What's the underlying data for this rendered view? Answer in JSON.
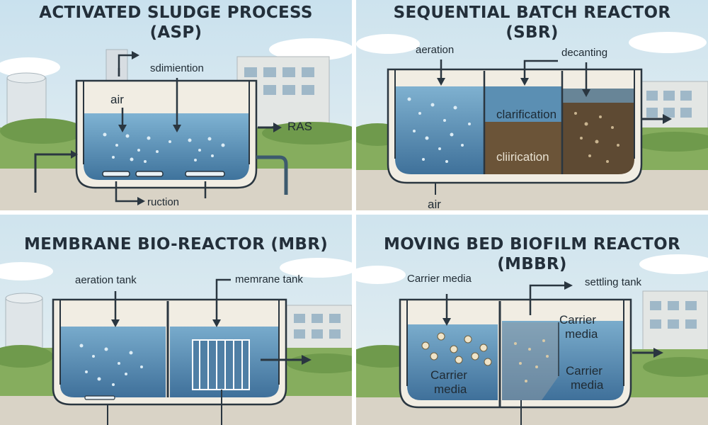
{
  "panels": {
    "asp": {
      "title_line1": "ACTIVATED SLUDGE PROCESS",
      "title_line2": "(ASP)",
      "labels": {
        "sediment": "sdimiention",
        "air": "air",
        "ras": "RAS",
        "return": "ruction"
      }
    },
    "sbr": {
      "title_line1": "SEQUENTIAL BATCH REACTOR",
      "title_line2": "(SBR)",
      "labels": {
        "aeration": "aeration",
        "decanting": "decanting",
        "clarification1": "clarification",
        "clarification2": "cliirication",
        "air": "air"
      }
    },
    "mbr": {
      "title_line1": "MEMBRANE BIO-REACTOR (MBR)",
      "labels": {
        "aeration_tank": "aeration tank",
        "membrane_tank": "memrane tank"
      }
    },
    "mbbr": {
      "title_line1": "MOVING BED BIOFILM REACTOR",
      "title_line2": "(MBBR)",
      "labels": {
        "carrier_top": "Carrier media",
        "settling_tank": "settling tank",
        "carrier_right_1": "Carrier",
        "carrier_right_2": "media",
        "carrier_left_1": "Carrier",
        "carrier_left_2": "media",
        "carrier_lower_1": "Carrier",
        "carrier_lower_2": "media"
      }
    }
  },
  "colors": {
    "sky": "#cfe4ee",
    "water": "#4f87b0",
    "sludge": "#6b5438",
    "tank": "#f1ede3",
    "outline": "#2a3640",
    "grass": "#7fa85a"
  }
}
